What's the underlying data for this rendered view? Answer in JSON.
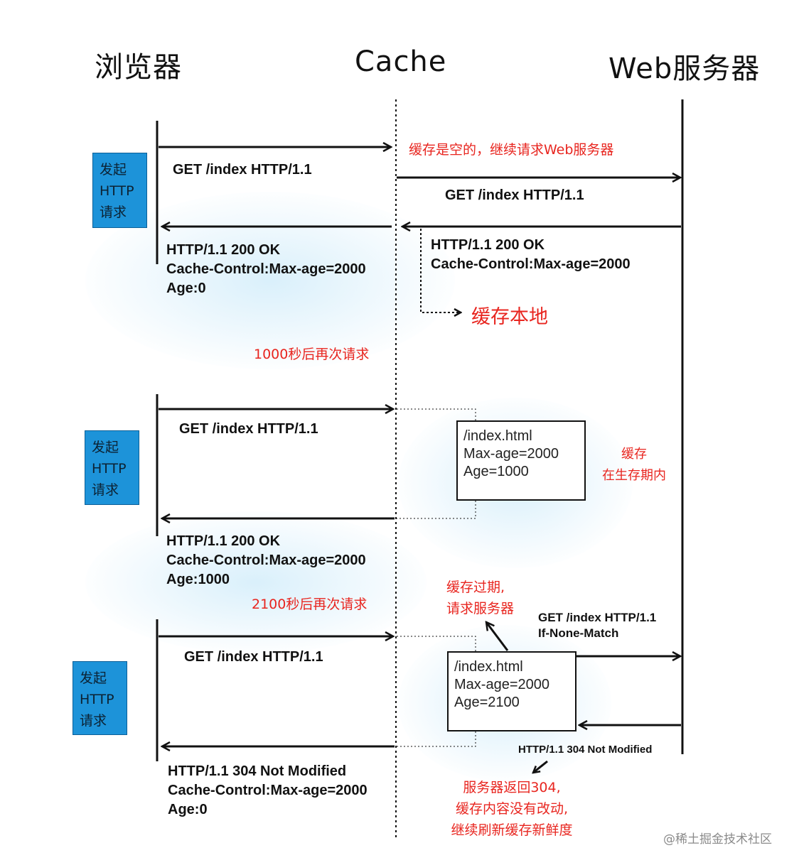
{
  "columns": {
    "browser": "浏览器",
    "cache": "Cache",
    "server": "Web服务器"
  },
  "badge": {
    "line1": "发起",
    "line2": "HTTP",
    "line3": "请求"
  },
  "scene1": {
    "request": "GET /index HTTP/1.1",
    "cache_empty_note": "缓存是空的，继续请求Web服务器",
    "forward_request": "GET /index HTTP/1.1",
    "server_response": {
      "line1": "HTTP/1.1 200 OK",
      "line2": "Cache-Control:Max-age=2000"
    },
    "store_note": "缓存本地",
    "browser_response": {
      "line1": "HTTP/1.1 200 OK",
      "line2": "Cache-Control:Max-age=2000",
      "line3": "Age:0"
    }
  },
  "delay1": "1000秒后再次请求",
  "scene2": {
    "request": "GET /index HTTP/1.1",
    "cache_box": {
      "line1": "/index.html",
      "line2": "Max-age=2000",
      "line3": "Age=1000"
    },
    "valid_note": {
      "line1": "缓存",
      "line2": "在生存期内"
    },
    "browser_response": {
      "line1": "HTTP/1.1 200 OK",
      "line2": "Cache-Control:Max-age=2000",
      "line3": "Age:1000"
    }
  },
  "delay2": "2100秒后再次请求",
  "scene3": {
    "request": "GET /index HTTP/1.1",
    "expired_note": {
      "line1": "缓存过期,",
      "line2": "请求服务器"
    },
    "conditional_request": {
      "line1": "GET /index HTTP/1.1",
      "line2": "If-None-Match"
    },
    "cache_box": {
      "line1": "/index.html",
      "line2": "Max-age=2000",
      "line3": "Age=2100"
    },
    "server_response": "HTTP/1.1 304 Not Modified",
    "refresh_note": {
      "line1": "服务器返回304,",
      "line2": "缓存内容没有改动,",
      "line3": "继续刷新缓存新鲜度"
    },
    "browser_response": {
      "line1": "HTTP/1.1 304 Not Modified",
      "line2": "Cache-Control:Max-age=2000",
      "line3": "Age:0"
    }
  },
  "watermark": "@稀土掘金技术社区",
  "colors": {
    "badge": "#1d93d9",
    "note": "#e8251f",
    "line": "#111111"
  }
}
